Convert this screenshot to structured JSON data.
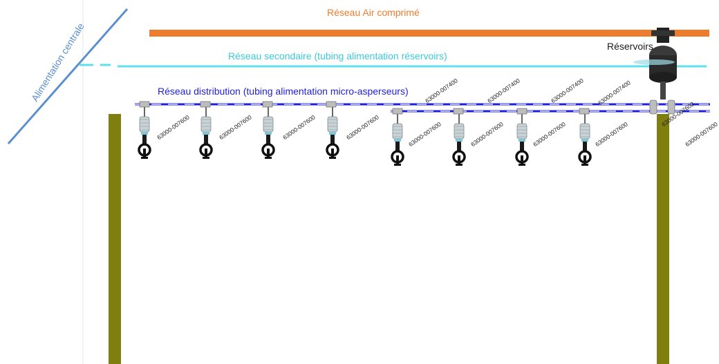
{
  "networks": {
    "air_label": "Réseau Air comprimé",
    "secondary_label": "Réseau secondaire (tubing alimentation réservoirs)",
    "distribution_label": "Réseau distribution (tubing alimentation micro-asperseurs)",
    "central_label": "Alimentation centrale",
    "reservoirs_label": "Réservoirs"
  },
  "part_refs": {
    "r1": "63000-007600",
    "r2": "63000-007600",
    "r3": "63000-007600",
    "r4": "63000-007600",
    "r5": "63000-007600",
    "r6": "63000-007600",
    "r7": "63000-007600",
    "r8": "63000-007600",
    "r9": "63000-007400",
    "r10": "63000-007400",
    "r11": "63000-007400",
    "r12": "63000-007400",
    "r13": "63000-007600",
    "r14": "63000-007600"
  },
  "colors": {
    "air": "#ec7c30",
    "secondary": "#5ee0ea",
    "distribution": "#1e1ee0",
    "central": "#5b8fd0",
    "post": "#7f7f10"
  }
}
